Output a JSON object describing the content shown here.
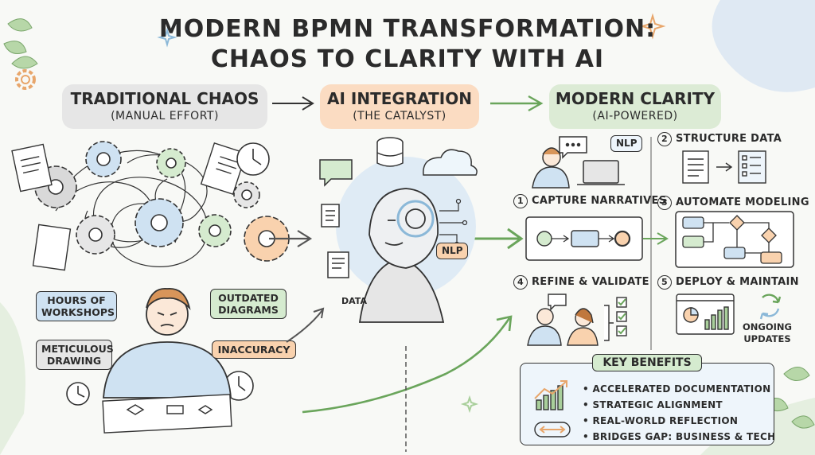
{
  "title": {
    "line1": "MODERN BPMN TRANSFORMATION:",
    "line2": "CHAOS TO CLARITY WITH AI"
  },
  "columns": {
    "traditional": {
      "heading": "TRADITIONAL CHAOS",
      "subheading": "(MANUAL EFFORT)",
      "color": "#e6e6e6"
    },
    "ai": {
      "heading": "AI INTEGRATION",
      "subheading": "(THE CATALYST)",
      "color": "#fbdcc2"
    },
    "modern": {
      "heading": "MODERN CLARITY",
      "subheading": "(AI-POWERED)",
      "color": "#dcebd5"
    }
  },
  "chaos_tags": {
    "workshops": "HOURS OF WORKSHOPS",
    "outdated": "OUTDATED DIAGRAMS",
    "drawing": "METICULOUS DRAWING",
    "inaccuracy": "INACCURACY"
  },
  "ai_labels": {
    "data": "DATA",
    "nlp": "NLP"
  },
  "steps": {
    "capture": {
      "num": "1",
      "label": "CAPTURE NARRATIVES",
      "badge": "NLP"
    },
    "structure": {
      "num": "2",
      "label": "STRUCTURE DATA"
    },
    "automate": {
      "num": "3",
      "label": "AUTOMATE MODELING"
    },
    "refine": {
      "num": "4",
      "label": "REFINE & VALIDATE"
    },
    "deploy": {
      "num": "5",
      "label": "DEPLOY & MAINTAIN",
      "note_line1": "ONGOING",
      "note_line2": "UPDATES"
    }
  },
  "benefits": {
    "heading": "KEY BENEFITS",
    "items": [
      "ACCELERATED DOCUMENTATION",
      "STRATEGIC ALIGNMENT",
      "REAL-WORLD REFLECTION",
      "BRIDGES GAP: BUSINESS & TECH"
    ]
  },
  "palette": {
    "blue": "#cfe2f2",
    "green": "#d5ebcf",
    "orange": "#f9d2ae",
    "gray": "#e6e6e6",
    "leaf": "#a9cf9b",
    "sparkle": "#e8a66b"
  }
}
